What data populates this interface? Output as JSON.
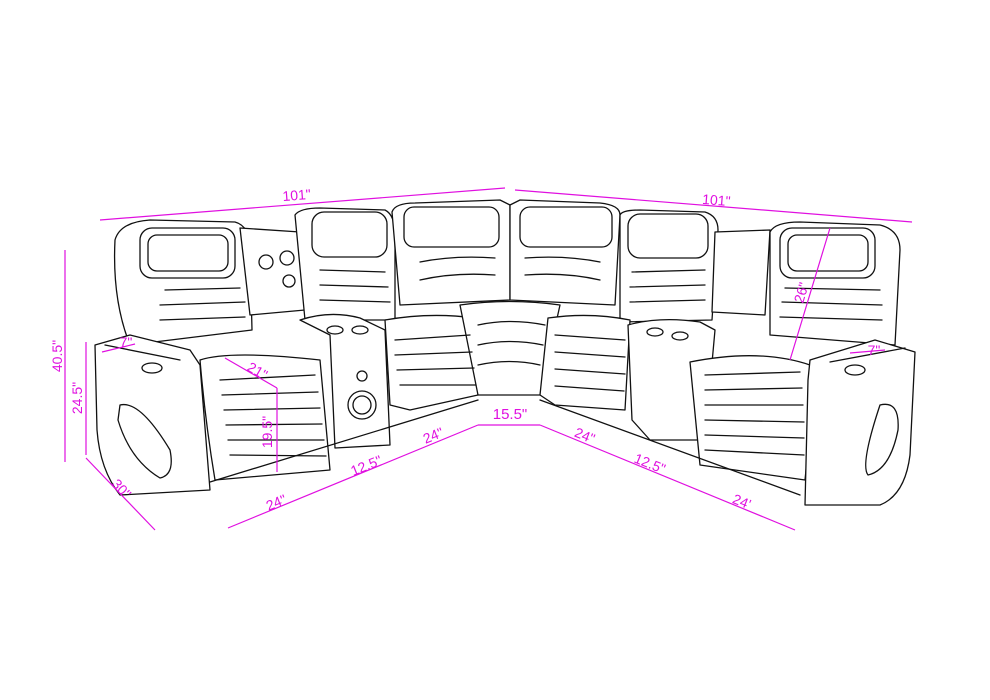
{
  "title": "L-shaped reclining sectional sofa dimensions",
  "dimension_color": "#e010e0",
  "dimensions": {
    "top_left_width": "101\"",
    "top_right_width": "101\"",
    "overall_height": "40.5\"",
    "arm_height": "24.5\"",
    "depth": "30\"",
    "left_arm_width": "7\"",
    "seat_depth": "21\"",
    "seat_height": "19.5\"",
    "bottom_left_seat_1": "24\"",
    "bottom_left_console": "12.5\"",
    "bottom_left_seat_2": "24\"",
    "corner_wedge": "15.5\"",
    "bottom_right_seat_1": "24\"",
    "bottom_right_console": "12.5\"",
    "bottom_right_seat_2": "24'",
    "back_height": "26\"",
    "right_arm_width": "7\""
  }
}
